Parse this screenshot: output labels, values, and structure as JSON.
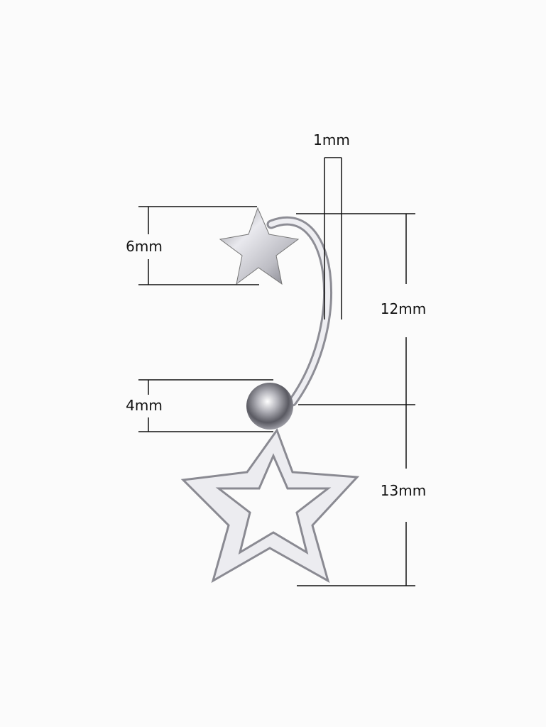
{
  "colors": {
    "background": "#fbfbfb",
    "line": "#111111",
    "metal_light": "#f4f4f6",
    "metal_mid": "#c9c9cf",
    "metal_dark": "#7d7d86"
  },
  "dimensions": {
    "bar_thickness": "1mm",
    "top_star": "6mm",
    "bar_length": "12mm",
    "ball": "4mm",
    "pendant_star": "13mm"
  }
}
